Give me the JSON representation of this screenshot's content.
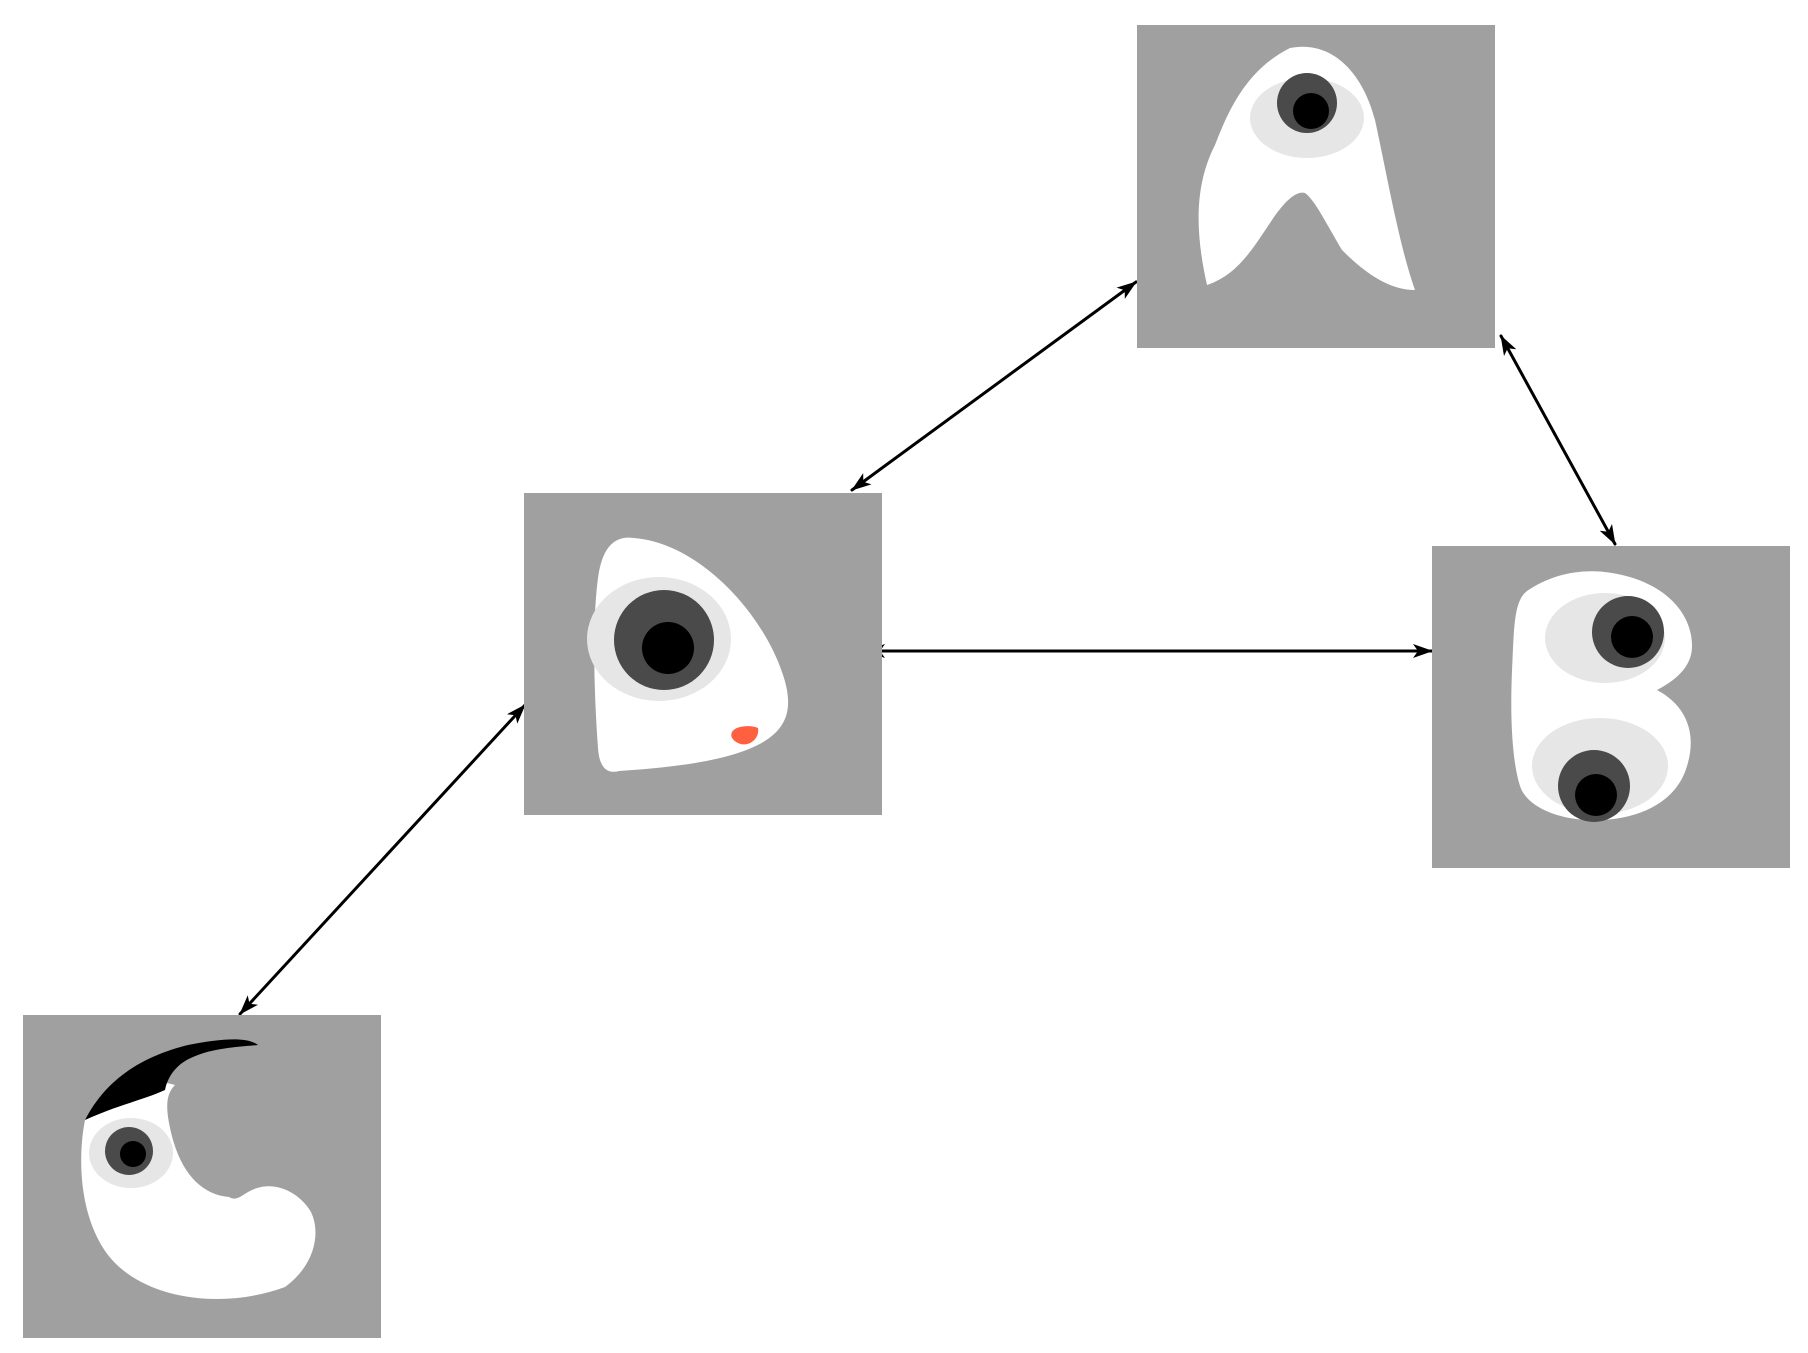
{
  "colors": {
    "background": "#ffffff",
    "card": "#a0a0a0",
    "body": "#ffffff",
    "eye_white": "#e6e6e6",
    "iris": "#4a4a4a",
    "pupil": "#000000",
    "hat": "#000000",
    "mouth": "#ff6040",
    "connector": "#000000"
  },
  "nodes": [
    {
      "id": "rounded-triangle",
      "icon": "one-eyed-rounded-triangle-creature-icon"
    },
    {
      "id": "a-shape",
      "icon": "one-eyed-a-shaped-creature-icon"
    },
    {
      "id": "b-shape",
      "icon": "two-eyed-b-shaped-creature-icon"
    },
    {
      "id": "c-shape",
      "icon": "one-eyed-c-shaped-creature-with-hat-icon"
    }
  ],
  "edges": [
    {
      "from": "rounded-triangle",
      "to": "a-shape",
      "direction": "bidirectional"
    },
    {
      "from": "a-shape",
      "to": "b-shape",
      "direction": "bidirectional"
    },
    {
      "from": "rounded-triangle",
      "to": "b-shape",
      "direction": "bidirectional"
    },
    {
      "from": "c-shape",
      "to": "rounded-triangle",
      "direction": "bidirectional"
    }
  ]
}
